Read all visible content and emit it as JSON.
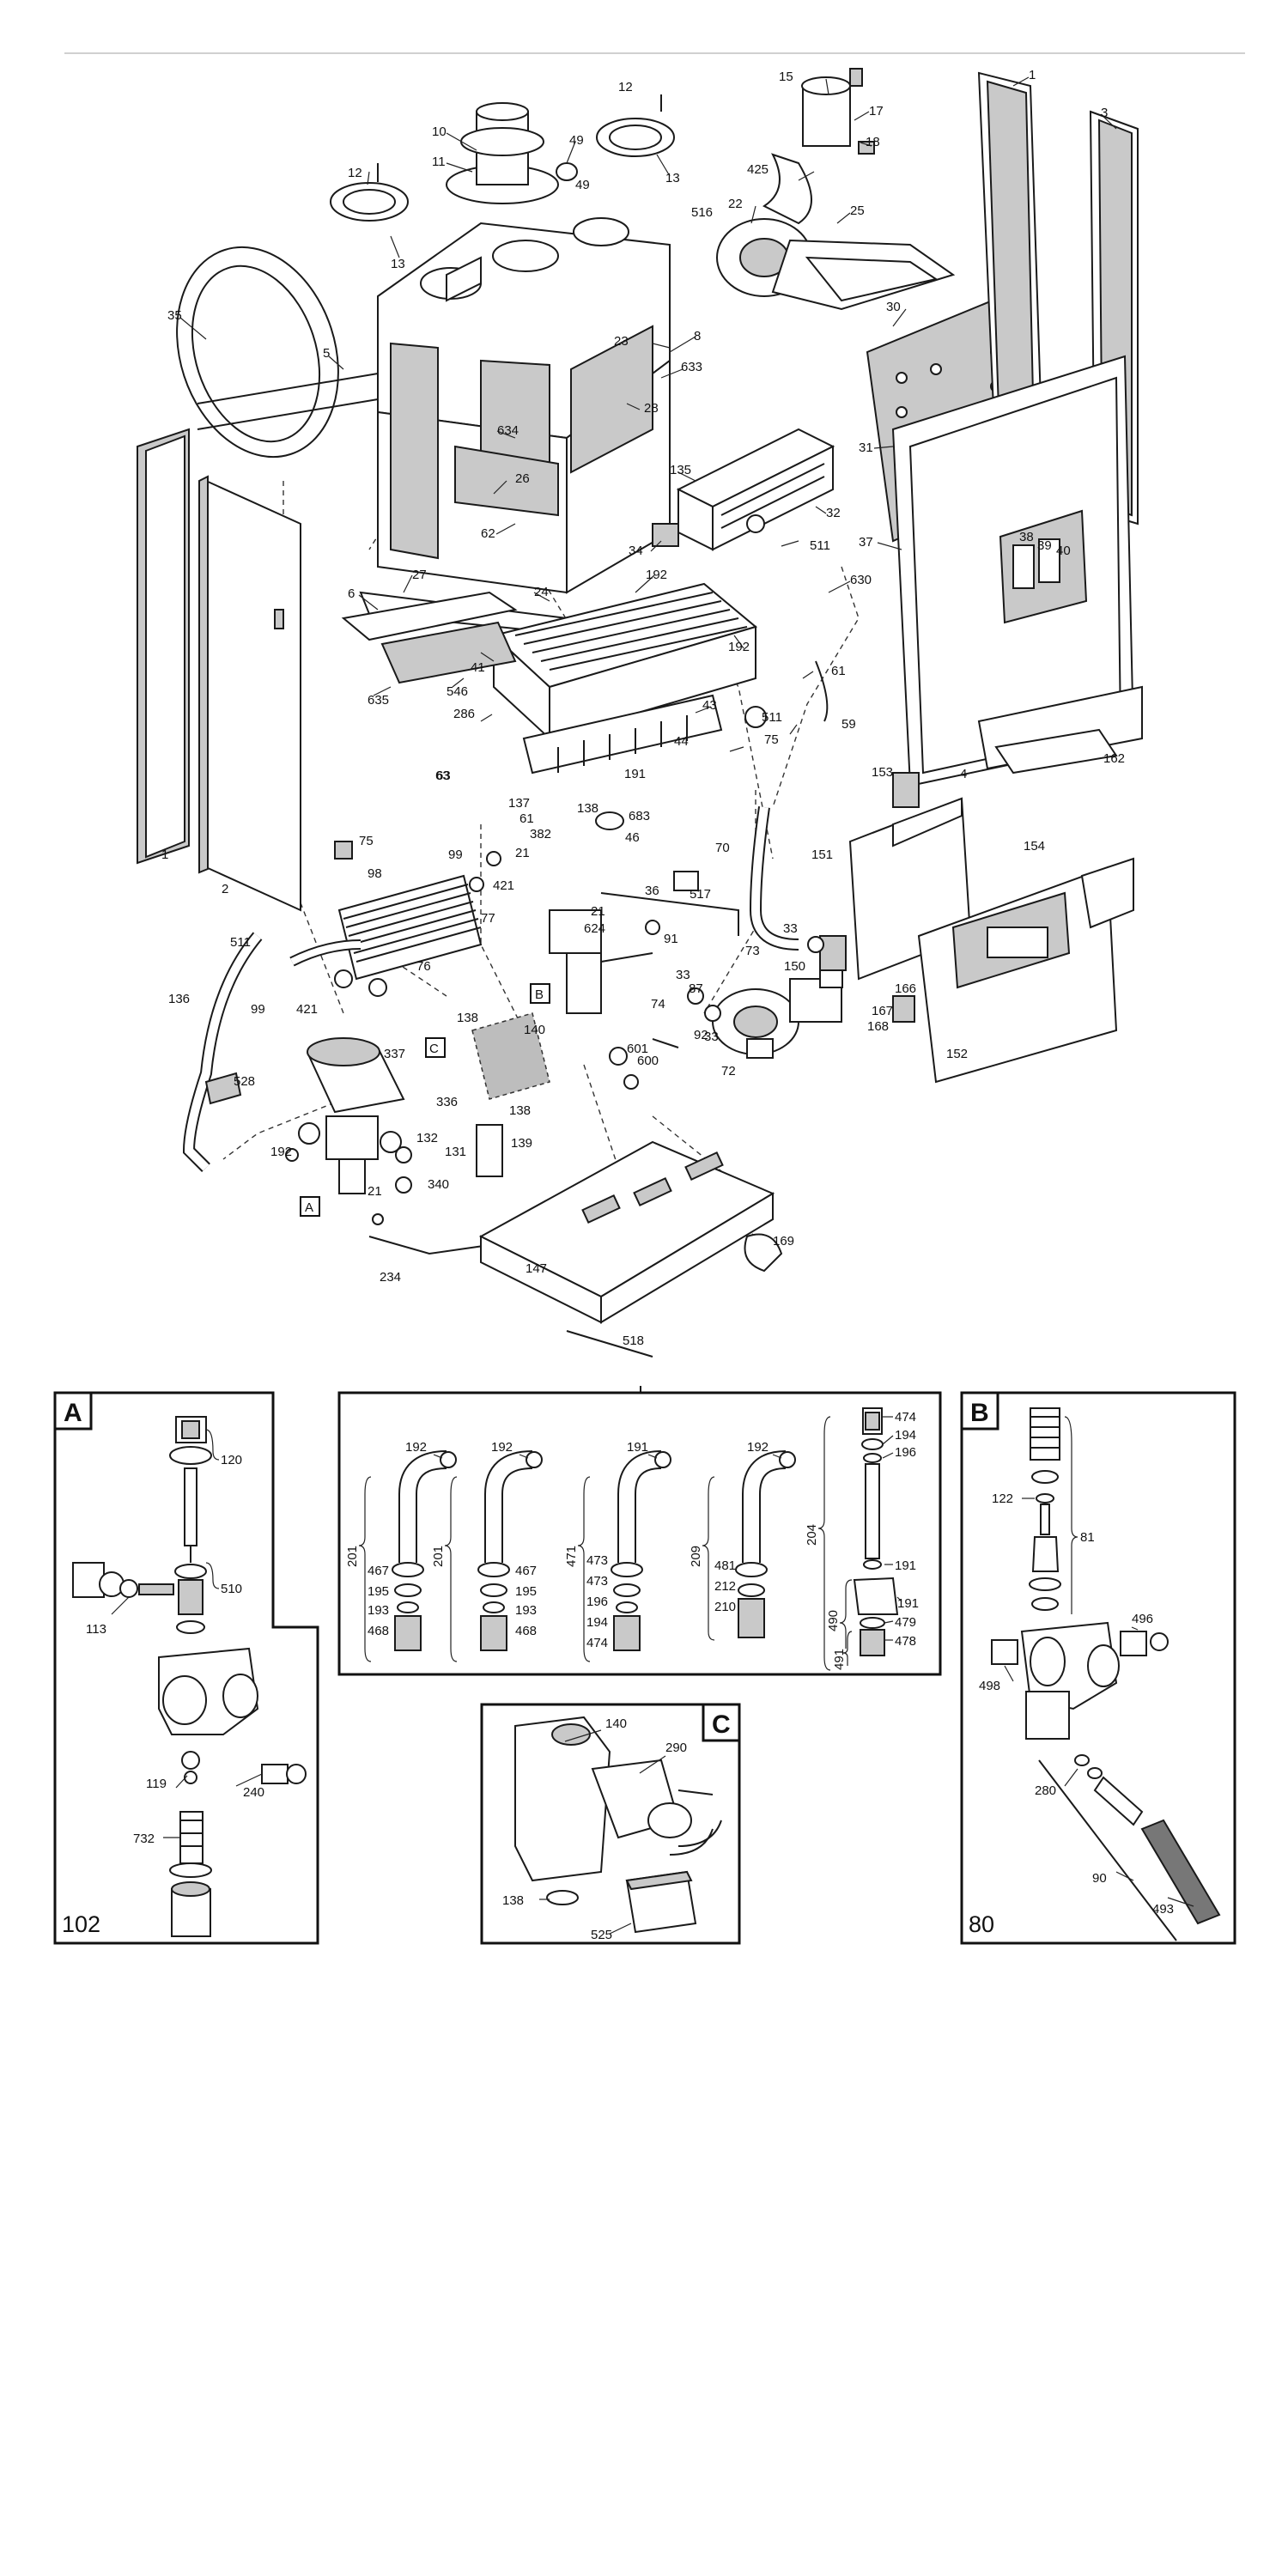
{
  "main_labels": [
    "1",
    "3",
    "12",
    "12",
    "15",
    "17",
    "18",
    "10",
    "11",
    "49",
    "49",
    "13",
    "13",
    "425",
    "516",
    "22",
    "25",
    "35",
    "5",
    "8",
    "23",
    "633",
    "28",
    "30",
    "634",
    "26",
    "62",
    "31",
    "135",
    "32",
    "511",
    "34",
    "630",
    "37",
    "38",
    "39",
    "40",
    "192",
    "24",
    "27",
    "6",
    "192",
    "41",
    "546",
    "635",
    "63",
    "61",
    "286",
    "43",
    "59",
    "511",
    "75",
    "191",
    "137",
    "683",
    "382",
    "138",
    "46",
    "44",
    "63",
    "61",
    "21",
    "153",
    "4",
    "162",
    "75",
    "70",
    "151",
    "154",
    "99",
    "421",
    "98",
    "36",
    "21",
    "624",
    "517",
    "91",
    "77",
    "33",
    "73",
    "511",
    "33",
    "87",
    "150",
    "166",
    "167",
    "168",
    "136",
    "138",
    "140",
    "74",
    "601",
    "33",
    "92",
    "99",
    "421",
    "337",
    "600",
    "72",
    "152",
    "528",
    "336",
    "132",
    "131",
    "340",
    "192",
    "21",
    "139",
    "138",
    "234",
    "169",
    "147",
    "518",
    "76",
    "2",
    "1"
  ],
  "callouts": {
    "A": "A",
    "B": "B",
    "C": "C"
  },
  "panel_a": {
    "letter": "A",
    "number": "102",
    "labels": [
      "120",
      "510",
      "113",
      "119",
      "240",
      "732"
    ]
  },
  "panel_b": {
    "letter": "B",
    "number": "80",
    "labels": [
      "122",
      "81",
      "496",
      "498",
      "280",
      "90",
      "493"
    ]
  },
  "panel_c": {
    "letter": "C",
    "labels": [
      "140",
      "290",
      "138",
      "525"
    ]
  },
  "panel_mid": {
    "labels": [
      "192",
      "192",
      "191",
      "192",
      "474",
      "194",
      "196",
      "201",
      "201",
      "471",
      "209",
      "204",
      "467",
      "467",
      "473",
      "473",
      "481",
      "195",
      "195",
      "196",
      "212",
      "193",
      "193",
      "194",
      "210",
      "468",
      "468",
      "474",
      "191",
      "191",
      "479",
      "478",
      "490",
      "491"
    ]
  }
}
